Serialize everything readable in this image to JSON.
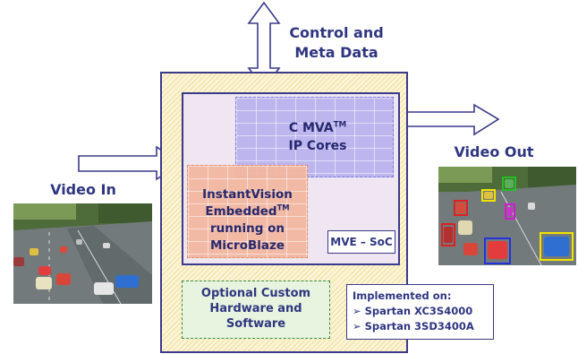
{
  "labels": {
    "control": "Control and\nMeta Data",
    "video_in": "Video In",
    "video_out": "Video Out"
  },
  "blocks": {
    "mva_line1": "C MVA",
    "mva_tm": "TM",
    "mva_line2": "IP Cores",
    "iv_line1": "InstantVision",
    "iv_line2": "Embedded",
    "iv_tm": "TM",
    "iv_line3": "running on",
    "iv_line4": "MicroBlaze",
    "mve": "MVE – SoC",
    "optional": "Optional Custom\nHardware and\nSoftware"
  },
  "implemented": {
    "title": "Implemented on:",
    "items": [
      "Spartan XC3S4000",
      "Spartan 3SD3400A"
    ]
  },
  "colors": {
    "text": "#2f3680",
    "mva": "#b9b3ee",
    "instantvision": "#f3b7a1",
    "fpga": "#f1dca0",
    "optional": "#e7f4df"
  }
}
